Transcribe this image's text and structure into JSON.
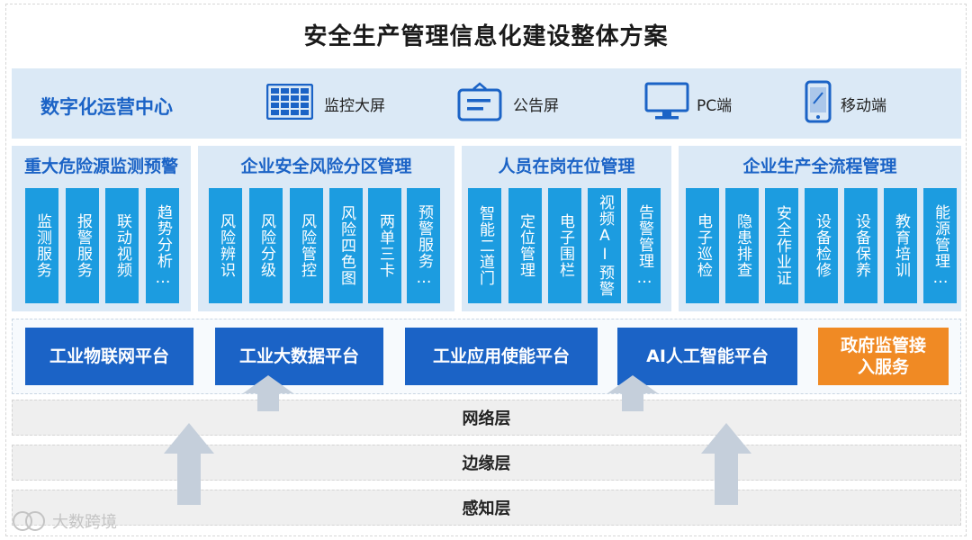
{
  "title": "安全生产管理信息化建设整体方案",
  "channels": {
    "title": "数字化运营中心",
    "items": [
      {
        "label": "监控大屏",
        "icon": "grid-screen-icon"
      },
      {
        "label": "公告屏",
        "icon": "notice-board-icon"
      },
      {
        "label": "PC端",
        "icon": "monitor-icon"
      },
      {
        "label": "移动端",
        "icon": "mobile-phone-icon"
      }
    ]
  },
  "modules": [
    {
      "title": "重大危险源监测预警",
      "cards": [
        "监测服务",
        "报警服务",
        "联动视频",
        "趋势分析…"
      ]
    },
    {
      "title": "企业安全风险分区管理",
      "cards": [
        "风险辨识",
        "风险分级",
        "风险管控",
        "风险四色图",
        "两单三卡",
        "预警服务…"
      ]
    },
    {
      "title": "人员在岗在位管理",
      "cards": [
        "智能二道门",
        "定位管理",
        "电子围栏",
        "视频AI预警",
        "告警管理…"
      ]
    },
    {
      "title": "企业生产全流程管理",
      "cards": [
        "电子巡检",
        "隐患排查",
        "安全作业证",
        "设备检修",
        "设备保养",
        "教育培训",
        "能源管理…"
      ]
    }
  ],
  "platforms": [
    "工业物联网平台",
    "工业大数据平台",
    "工业应用使能平台",
    "AI人工智能平台",
    "政府监管接入服务"
  ],
  "layers": [
    "网络层",
    "边缘层",
    "感知层"
  ],
  "watermark": "大数跨境",
  "colors": {
    "primary": "#1b63c6",
    "card": "#1c9ce0",
    "accent": "#f08a24",
    "panel": "#dbe9f6"
  }
}
